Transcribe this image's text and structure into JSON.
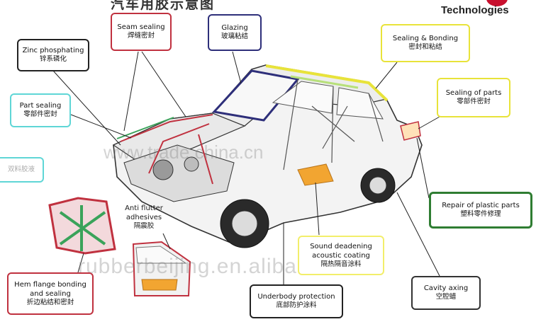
{
  "header": {
    "brand_text": "Technologies",
    "heading_fragment": "汽车用胶示意图"
  },
  "watermarks": {
    "primary": "www.trade.china.cn",
    "secondary": "rubberbeijing.en.alibaba.com"
  },
  "labels": {
    "seam_sealing": {
      "en": "Seam sealing",
      "cn": "焊缝密封"
    },
    "glazing": {
      "en": "Glazing",
      "cn": "玻璃粘结"
    },
    "sealing_bonding": {
      "en": "Sealing & Bonding",
      "cn": "密封和粘结"
    },
    "zinc_phosphating": {
      "en": "Zinc phosphating",
      "cn": "锌系磷化"
    },
    "sealing_parts": {
      "en": "Sealing of parts",
      "cn": "零部件密封"
    },
    "part_sealing": {
      "en": "Part sealing",
      "cn": "零部件密封"
    },
    "partial_left": {
      "cn": "双料胶液"
    },
    "repair_plastic": {
      "en": "Repair of plastic parts",
      "cn": "塑料零件修理"
    },
    "anti_flutter": {
      "en1": "Anti flutter",
      "en2": "adhesives",
      "cn": "隔震胶"
    },
    "sound_deadening": {
      "en1": "Sound deadening",
      "en2": "acoustic coating",
      "cn": "隔热隔音涂料"
    },
    "hem_flange": {
      "en1": "Hem flange bonding",
      "en2": "and sealing",
      "cn": "折边粘结和密封"
    },
    "underbody": {
      "en": "Underbody protection",
      "cn": "底部防护涂料"
    },
    "cavity": {
      "en": "Cavity axing",
      "cn": "空腔蜡"
    }
  },
  "colors": {
    "seam_sealing": "#c0313f",
    "glazing": "#2e2f7a",
    "sealing_bonding": "#e8e33a",
    "zinc_phosphating": "#222222",
    "sealing_parts": "#e8e33a",
    "part_sealing": "#5fd6d6",
    "repair_plastic": "#2f7d32",
    "sound_deadening": "#f2ee6a",
    "hem_flange": "#c0313f",
    "underbody": "#222222",
    "cavity": "#333333",
    "brand_red": "#c8102e"
  }
}
